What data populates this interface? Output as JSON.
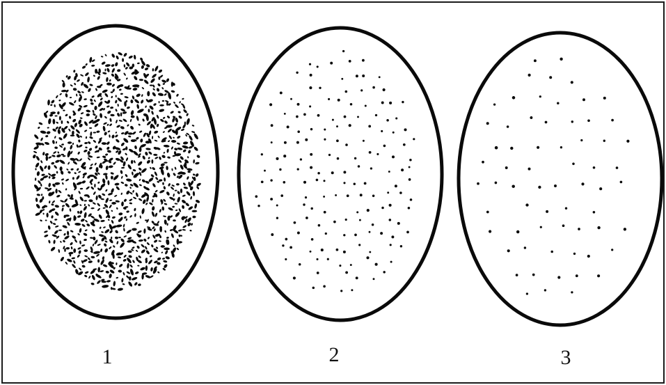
{
  "figure": {
    "dishes": [
      {
        "label": "1",
        "density": "high"
      },
      {
        "label": "2",
        "density": "medium"
      },
      {
        "label": "3",
        "density": "low"
      }
    ],
    "colors": {
      "ink": "#0a0a0a",
      "frame": "#1a1a1a",
      "background": "#ffffff"
    }
  }
}
